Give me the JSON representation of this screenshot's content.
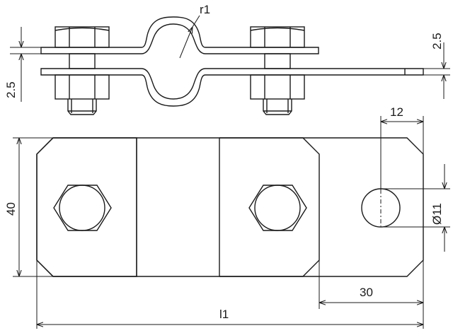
{
  "drawing": {
    "labels": {
      "radius": "r1",
      "thickness_left": "2.5",
      "thickness_right": "2.5",
      "height": "40",
      "hole_offset": "12",
      "hole_diameter": "Ø11",
      "end_length": "30",
      "total_length": "l1"
    },
    "colors": {
      "stroke": "#1a1a1a",
      "background": "#ffffff"
    }
  }
}
